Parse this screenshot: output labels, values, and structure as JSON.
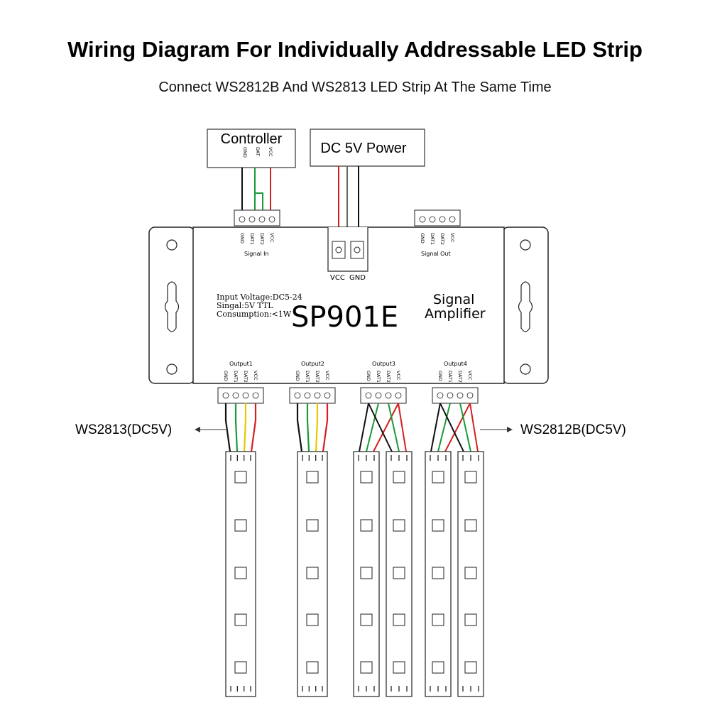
{
  "header": {
    "title": "Wiring Diagram For Individually Addressable LED Strip",
    "subtitle": "Connect WS2812B And WS2813 LED Strip At The Same Time"
  },
  "controller": {
    "label": "Controller",
    "pins": [
      "GND",
      "DAT",
      "VCC"
    ]
  },
  "power": {
    "label": "DC 5V Power",
    "terminals": [
      "VCC",
      "GND"
    ]
  },
  "device": {
    "model": "SP901E",
    "function_line1": "Signal",
    "function_line2": "Amplifier",
    "spec_voltage": "Input Voltage:DC5-24",
    "spec_signal": "Singal:5V TTL",
    "spec_consumption": "Consumption:<1W",
    "signal_in_label": "Signal In",
    "signal_out_label": "Signal Out",
    "connector_pins": [
      "GND",
      "DAT1",
      "DAT2",
      "VCC"
    ],
    "outputs": [
      "Output1",
      "Output2",
      "Output3",
      "Output4"
    ]
  },
  "strips": {
    "left_label": "WS2813(DC5V)",
    "right_label": "WS2812B(DC5V)"
  },
  "colors": {
    "wire_black": "#111111",
    "wire_green": "#1a9a3a",
    "wire_red": "#d42020",
    "wire_yellow": "#e6c800",
    "outline": "#222222"
  }
}
